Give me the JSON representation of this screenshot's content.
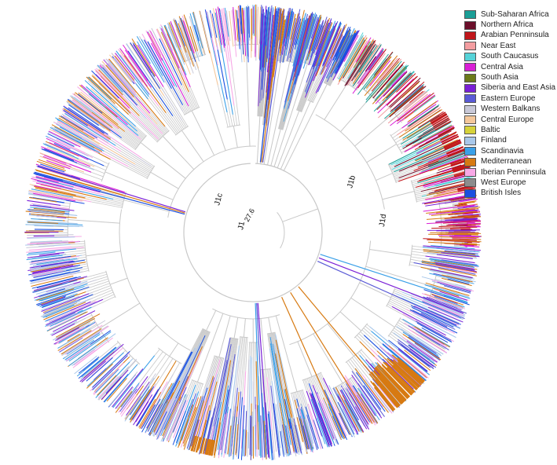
{
  "legend": [
    {
      "label": "Sub-Saharan Africa",
      "color": "#1a9e96"
    },
    {
      "label": "Northern Africa",
      "color": "#6b0f2a"
    },
    {
      "label": "Arabian Penninsula",
      "color": "#c0161b"
    },
    {
      "label": "Near East",
      "color": "#f39da0"
    },
    {
      "label": "South Caucasus",
      "color": "#55d3d8"
    },
    {
      "label": "Central Asia",
      "color": "#d91fd5"
    },
    {
      "label": "South Asia",
      "color": "#6b7a18"
    },
    {
      "label": "Siberia and East Asia",
      "color": "#7a1fd6"
    },
    {
      "label": "Eastern Europe",
      "color": "#5a5ad6"
    },
    {
      "label": "Western Balkans",
      "color": "#c9c9d8"
    },
    {
      "label": "Central Europe",
      "color": "#f4c79b"
    },
    {
      "label": "Baltic",
      "color": "#d6d23a"
    },
    {
      "label": "Finland",
      "color": "#a9c8ea"
    },
    {
      "label": "Scandinavia",
      "color": "#3aa0e8"
    },
    {
      "label": "Mediterranean",
      "color": "#d77a12"
    },
    {
      "label": "Iberian Penninsula",
      "color": "#f7a8e6"
    },
    {
      "label": "West Europe",
      "color": "#8c8c8c"
    },
    {
      "label": "British Isles",
      "color": "#1a4fe0"
    }
  ],
  "clades": {
    "j1": "J1",
    "j1b": "J1b",
    "j1c": "J1c",
    "j1d": "J1d",
    "node_value": "27.6"
  },
  "colors": {
    "branch": "#c8c8c8"
  }
}
